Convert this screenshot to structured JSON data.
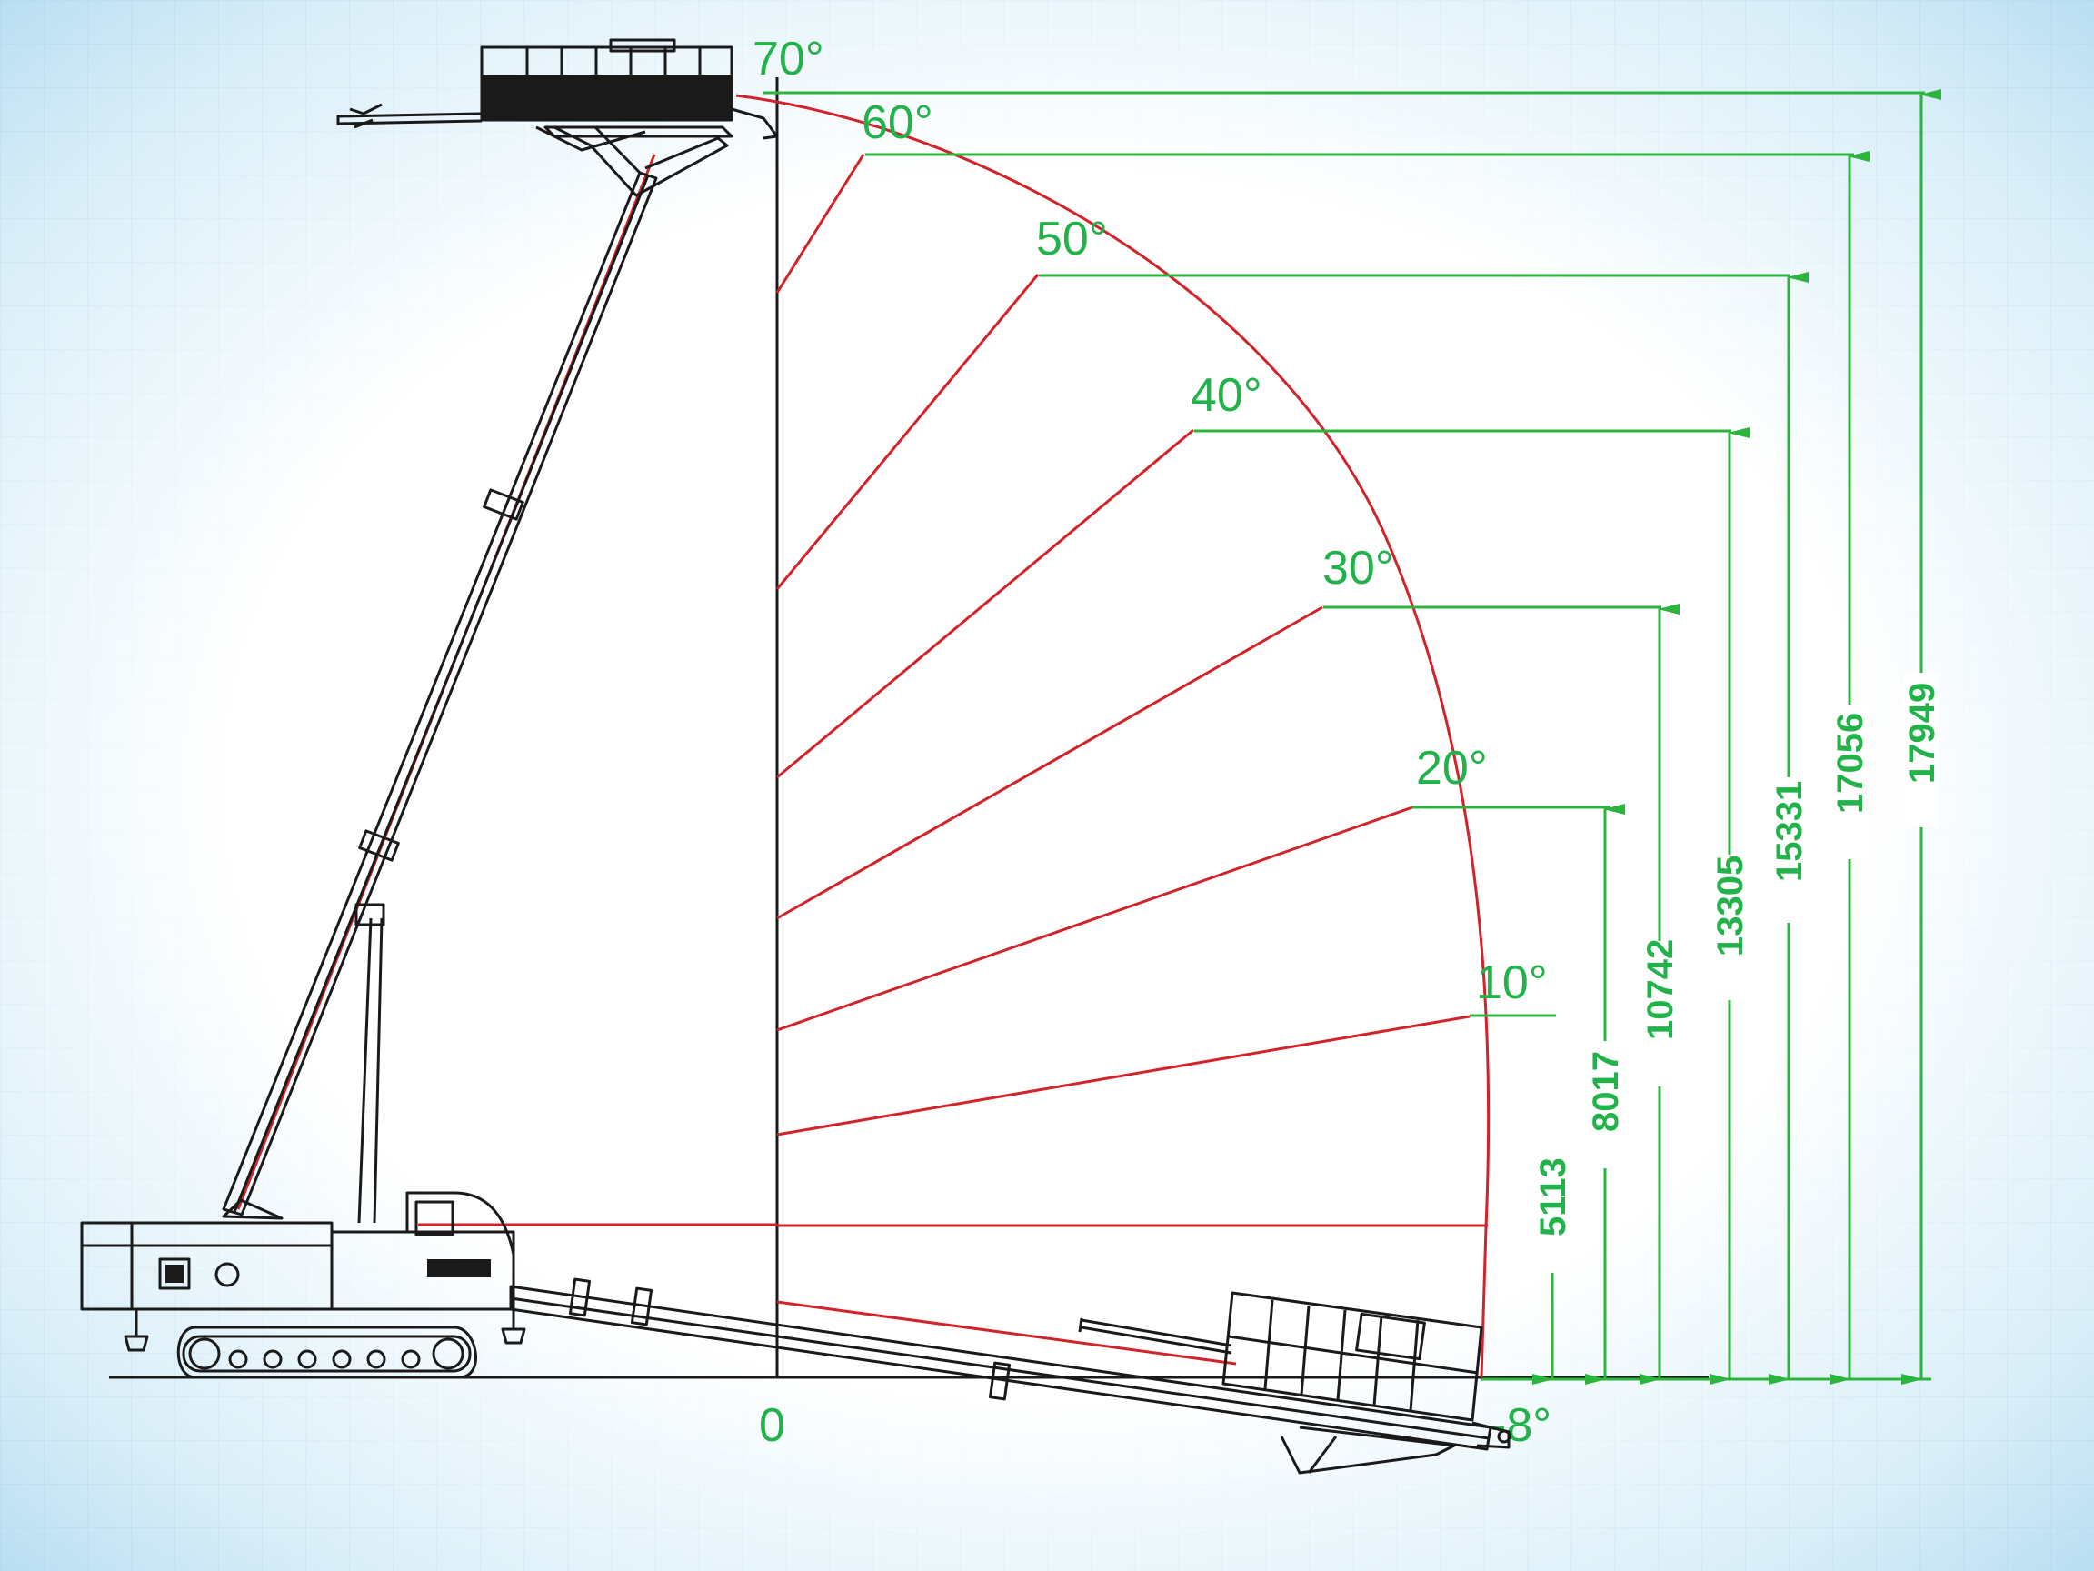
{
  "diagram": {
    "origin_label": "0",
    "angles": [
      "70°",
      "60°",
      "50°",
      "40°",
      "30°",
      "20°",
      "10°",
      "-8°"
    ],
    "heights": [
      "17949",
      "17056",
      "15331",
      "13305",
      "10742",
      "8017",
      "5113"
    ]
  },
  "colors": {
    "arc": "#d2232a",
    "dimension": "#2bb53c",
    "machine": "#1a1a1a"
  }
}
